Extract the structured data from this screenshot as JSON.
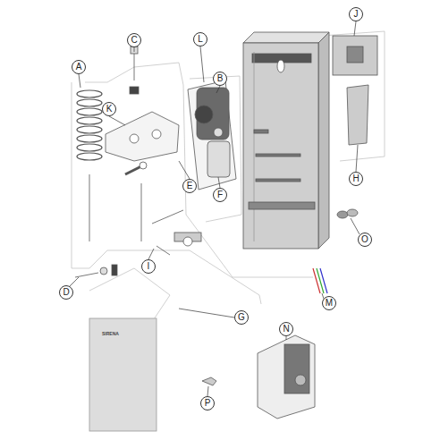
{
  "diagram": {
    "nodes": [
      {
        "text": [
          "A"
        ]
      },
      {
        "text": [
          "B"
        ]
      },
      {
        "text": [
          "C"
        ]
      },
      {
        "text": [
          "D"
        ]
      },
      {
        "text": [
          "E"
        ]
      },
      {
        "text": [
          "F"
        ]
      },
      {
        "text": [
          "G"
        ]
      },
      {
        "text": [
          "H"
        ]
      },
      {
        "text": [
          "I"
        ]
      },
      {
        "text": [
          "J"
        ]
      },
      {
        "text": [
          "K"
        ]
      },
      {
        "text": [
          "L"
        ]
      },
      {
        "text": [
          "M"
        ]
      },
      {
        "text": [
          "N"
        ]
      },
      {
        "text": [
          "O"
        ]
      },
      {
        "text": [
          "P"
        ]
      }
    ],
    "labels": [
      "SIRENA"
    ]
  }
}
